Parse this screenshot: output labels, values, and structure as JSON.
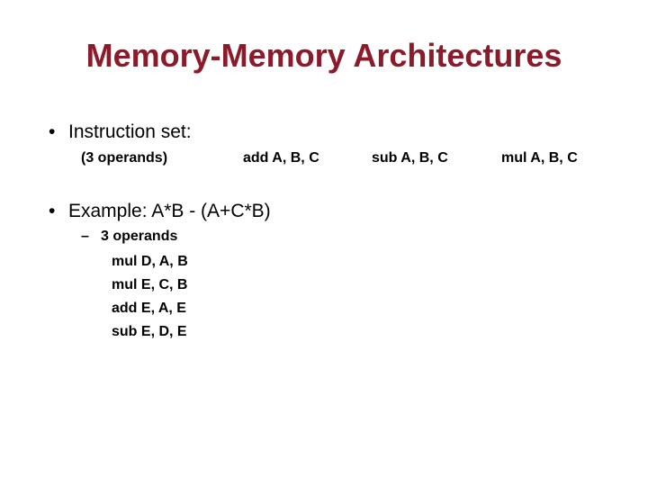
{
  "title": "Memory-Memory Architectures",
  "bullet1": {
    "text": "Instruction set:",
    "operands_label": "(3 operands)",
    "instructions": [
      "add A, B, C",
      "sub A, B, C",
      "mul A, B, C"
    ]
  },
  "bullet2": {
    "text": "Example: A*B - (A+C*B)",
    "sub_item": "3 operands",
    "code_lines": [
      "mul D, A, B",
      "mul E, C, B",
      "add E, A, E",
      "sub E, D, E"
    ]
  },
  "symbols": {
    "bullet": "•",
    "dash": "–"
  },
  "colors": {
    "title": "#8b1a2a",
    "text": "#000000",
    "background": "#ffffff"
  }
}
